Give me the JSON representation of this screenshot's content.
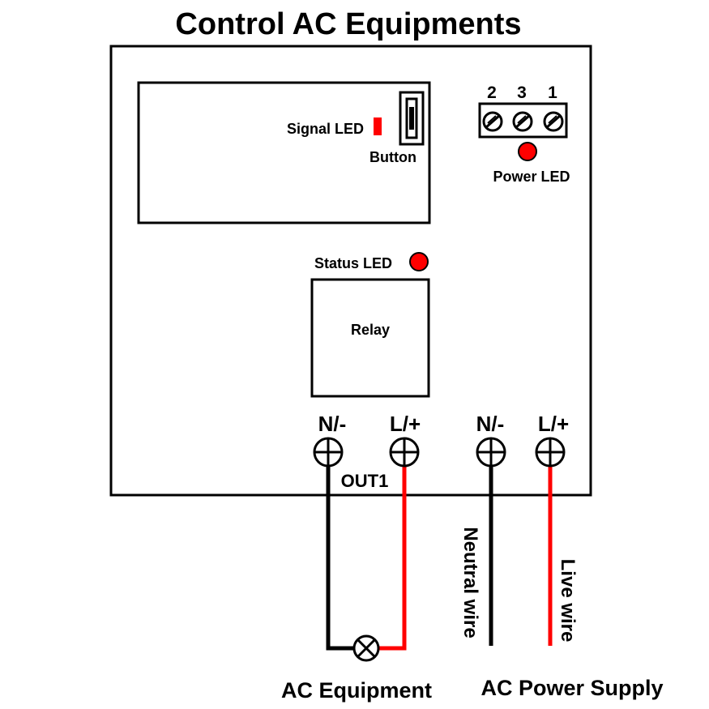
{
  "title": "Control AC Equipments",
  "labels": {
    "signal_led": "Signal LED",
    "button": "Button",
    "power_led": "Power LED",
    "status_led": "Status LED",
    "relay": "Relay",
    "out1": "OUT1",
    "neutral_wire": "Neutral wire",
    "live_wire": "Live wire",
    "ac_equipment": "AC Equipment",
    "ac_power_supply": "AC Power Supply"
  },
  "terminal_numbers": [
    "2",
    "3",
    "1"
  ],
  "terminals": {
    "out_neutral": "N/-",
    "out_live": "L/+",
    "supply_neutral": "N/-",
    "supply_live": "L/+"
  },
  "colors": {
    "line": "#000000",
    "wire_neutral": "#000000",
    "wire_live": "#ff0000",
    "led_red": "#ff0000"
  }
}
